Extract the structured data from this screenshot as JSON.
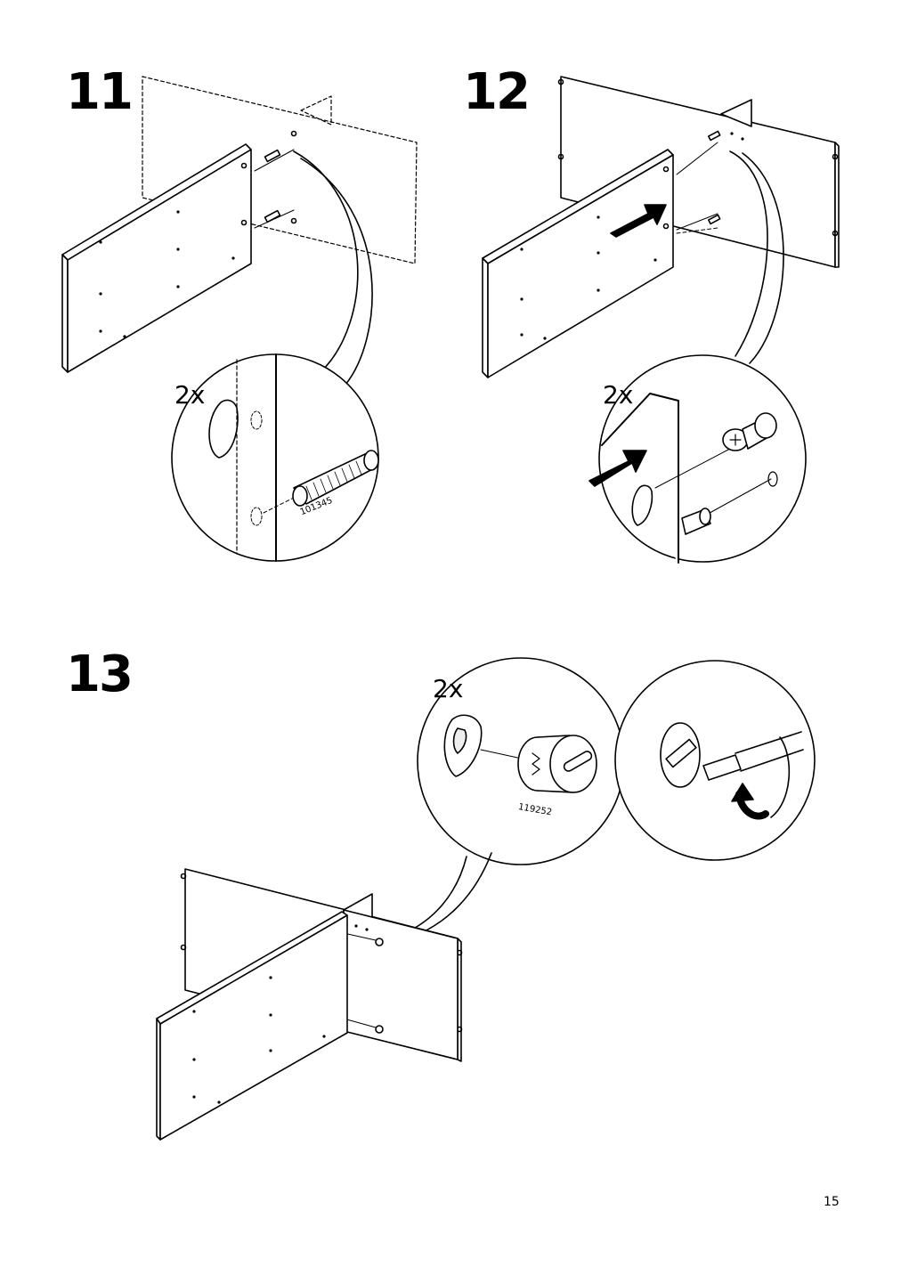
{
  "steps": [
    {
      "number": "11",
      "quantity": "2x",
      "part_number": "101345"
    },
    {
      "number": "12",
      "quantity": "2x"
    },
    {
      "number": "13",
      "quantity": "2x",
      "part_number": "119252"
    }
  ],
  "page_number": "15"
}
